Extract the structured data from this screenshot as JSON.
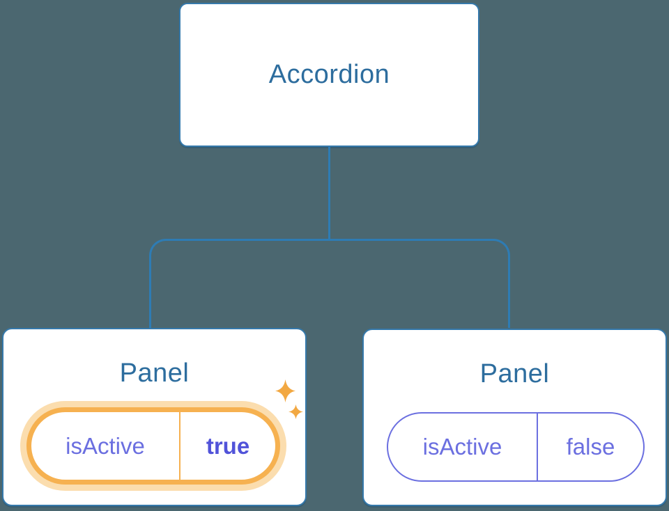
{
  "colors": {
    "bg": "#4b6770",
    "line": "#2e7cb4",
    "boxBorder": "#3579ab",
    "boxFill": "#ffffff",
    "heading": "#2d6d9e",
    "purple": "#6b6fe0",
    "purpleBold": "#5153d9",
    "orange": "#f6b150",
    "orangeSoft": "#fbddae",
    "sparkle": "#f2a842"
  },
  "diagram": {
    "root": {
      "label": "Accordion"
    },
    "children": [
      {
        "label": "Panel",
        "highlighted": true,
        "state": {
          "key": "isActive",
          "value": "true"
        }
      },
      {
        "label": "Panel",
        "highlighted": false,
        "state": {
          "key": "isActive",
          "value": "false"
        }
      }
    ]
  },
  "icons": {
    "sparkles": "✦"
  }
}
